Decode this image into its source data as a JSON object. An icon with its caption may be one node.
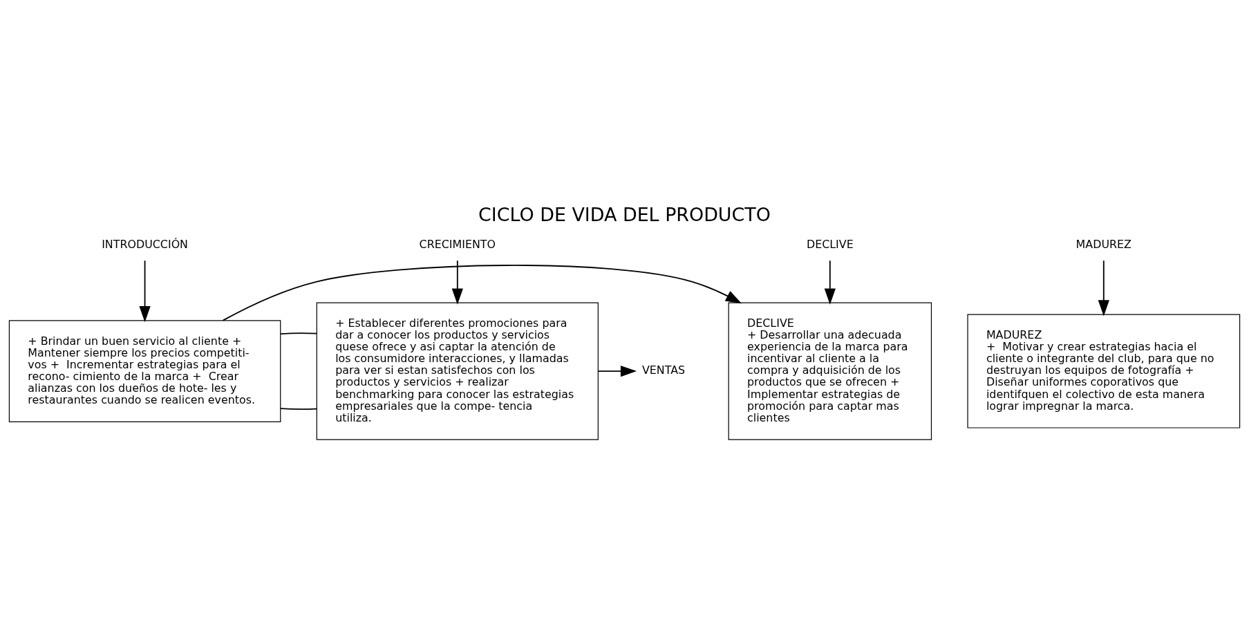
{
  "diagram": {
    "title": "CICLO DE VIDA DEL PRODUCTO",
    "nodes": [
      {
        "text": [
          "INTRODUCCIÓN"
        ]
      },
      {
        "text": [
          "+ Brindar un buen servicio al cliente + Mantener siempre los precios competiti- vos +  Incrementar estrategias para el recono- cimiento de la marca +  Crear alianzas con los dueños de hote- les y restaurantes cuando se realicen eventos."
        ]
      },
      {
        "text": [
          "CRECIMIENTO"
        ]
      },
      {
        "text": [
          "+ Establecer diferentes promociones para dar a conocer los productos y servicios quese ofrece y asi captar la atención de los consumidore interacciones, y llamadas para ver si estan satisfechos con los productos y servicios + realizar benchmarking para conocer las estrategias empresariales que la compe- tencia utiliza."
        ]
      },
      {
        "text": [
          "MADUREZ"
        ]
      },
      {
        "text": [
          "MADUREZ",
          "+  Motivar y crear estrategias hacia el cliente o integrante del club, para que no destruyan los equipos de fotografía + Diseñar uniformes coporativos que identifquen el colectivo de esta manera lograr impregnar la marca."
        ]
      },
      {
        "text": [
          "DECLIVE"
        ]
      },
      {
        "text": [
          "VENTAS"
        ]
      },
      {
        "text": [
          "DECLIVE",
          "+ Desarrollar una adecuada experiencia de la marca para incentivar al cliente a la compra y adquisición de los productos que se ofrecen + Implementar estrategias de promoción para captar mas clientes"
        ]
      }
    ],
    "edges": [
      {
        "from": 0,
        "to": 1,
        "arrow": "to"
      },
      {
        "from": 2,
        "to": 3,
        "arrow": "to"
      },
      {
        "from": 4,
        "to": 5,
        "arrow": "to"
      },
      {
        "from": 3,
        "to": 7,
        "arrow": "to"
      },
      {
        "from": 6,
        "to": 8,
        "arrow": "to"
      },
      {
        "from": 1,
        "to": 3,
        "arrow": "none"
      },
      {
        "from": 1,
        "to": 3,
        "arrow": "none"
      },
      {
        "from": 1,
        "to": 8,
        "arrow": "to"
      }
    ]
  }
}
